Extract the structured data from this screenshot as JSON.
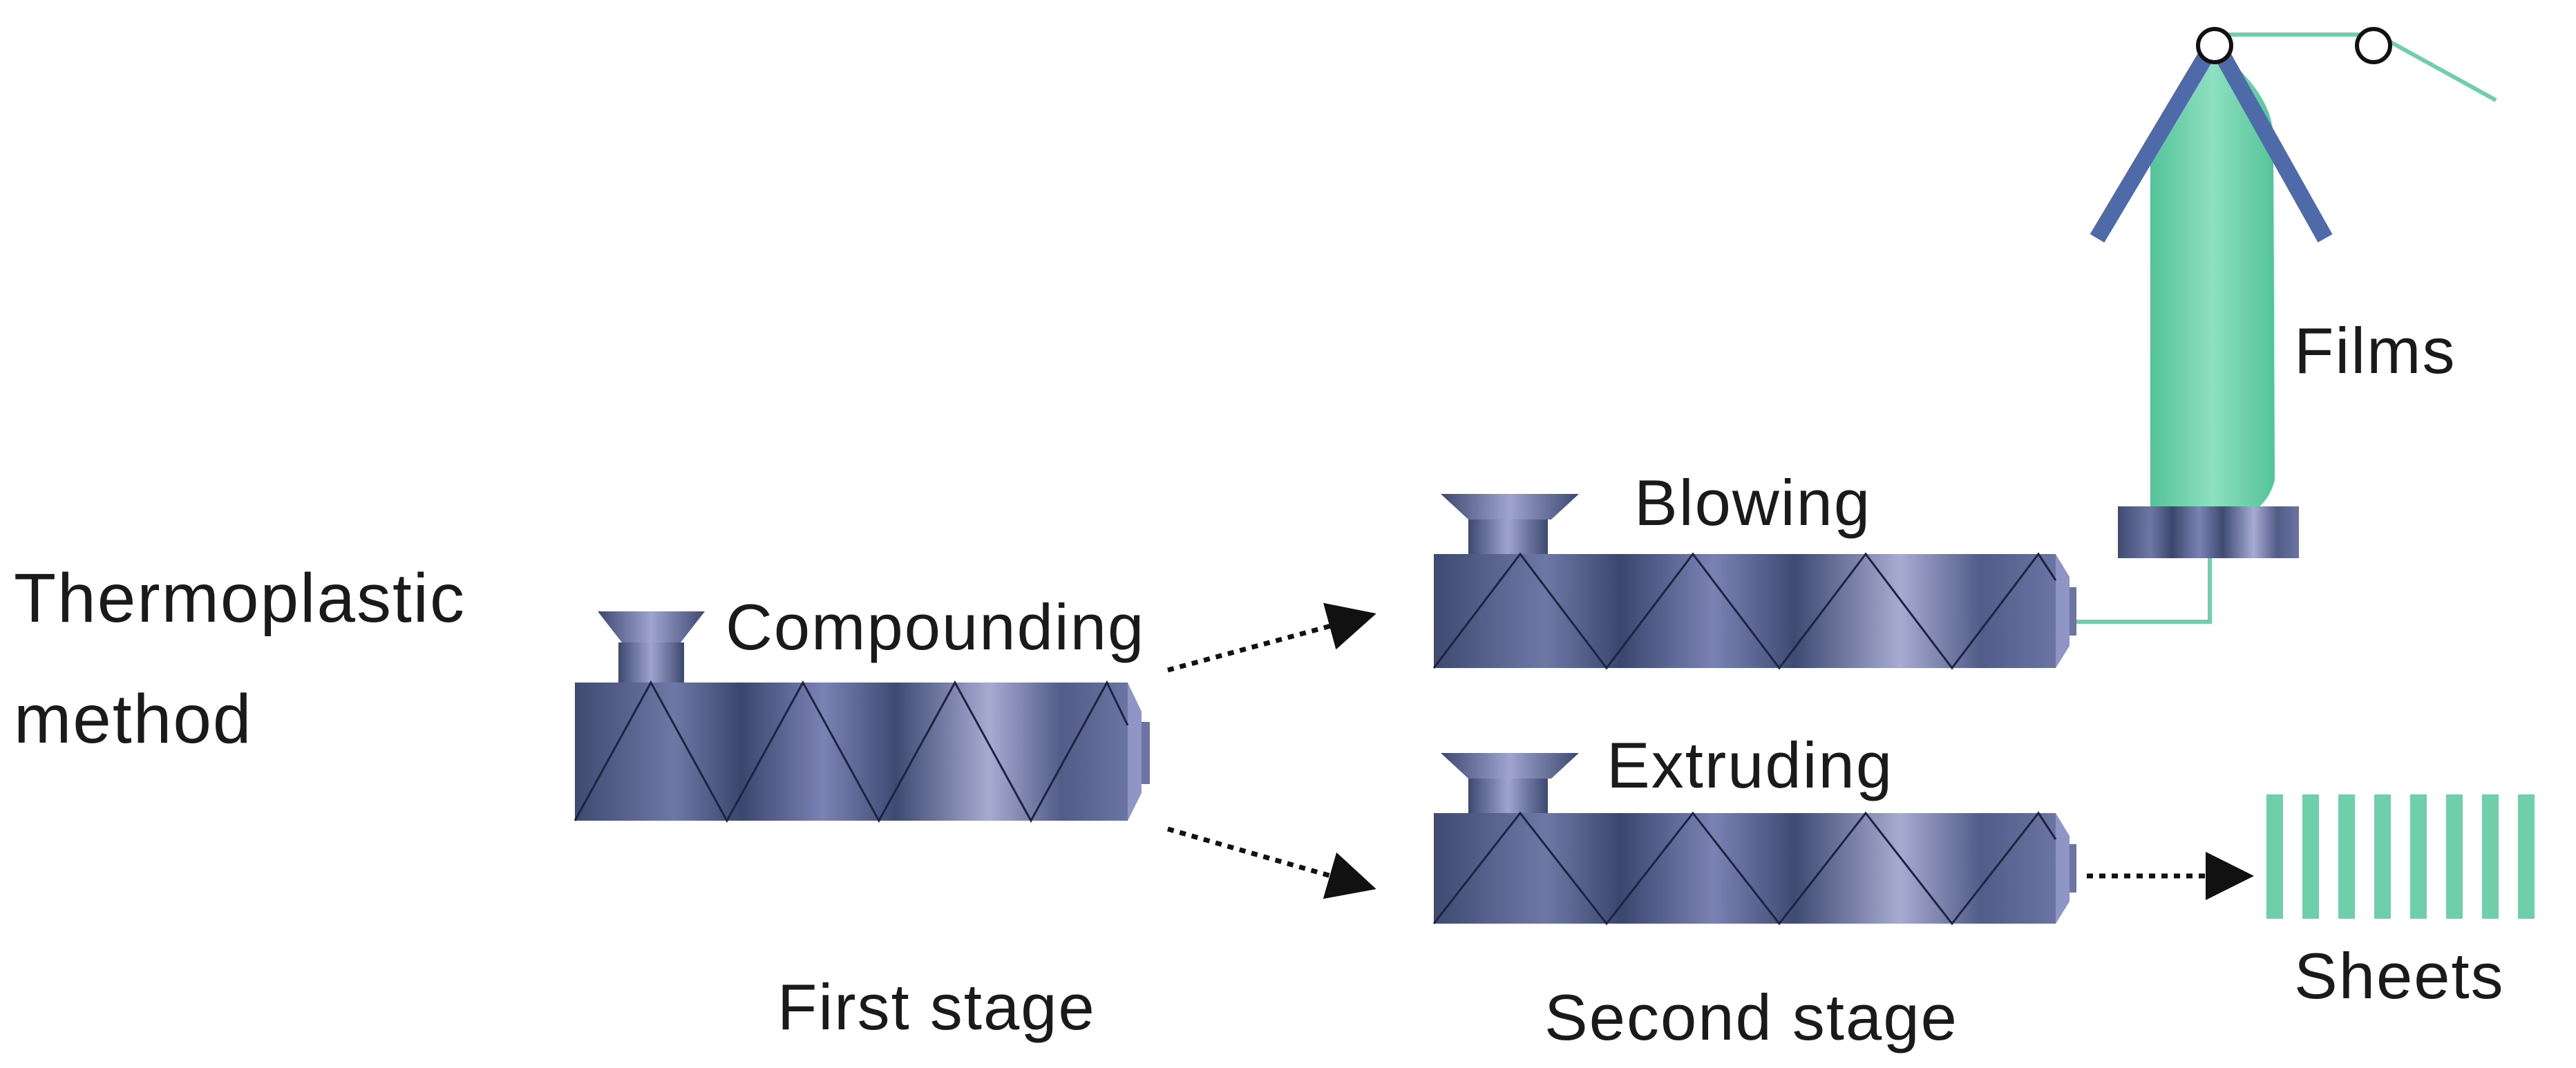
{
  "labels": {
    "method_line1": "Thermoplastic",
    "method_line2": "method",
    "compounding": "Compounding",
    "blowing": "Blowing",
    "extruding": "Extruding",
    "films": "Films",
    "sheets": "Sheets",
    "first_stage": "First stage",
    "second_stage": "Second stage"
  },
  "colors": {
    "barrel_dark": "#3f4a72",
    "barrel_light": "#a7abd2",
    "product_green": "#6fcfaa",
    "frame_blue": "#4f6aa9",
    "arrow": "#111111"
  }
}
